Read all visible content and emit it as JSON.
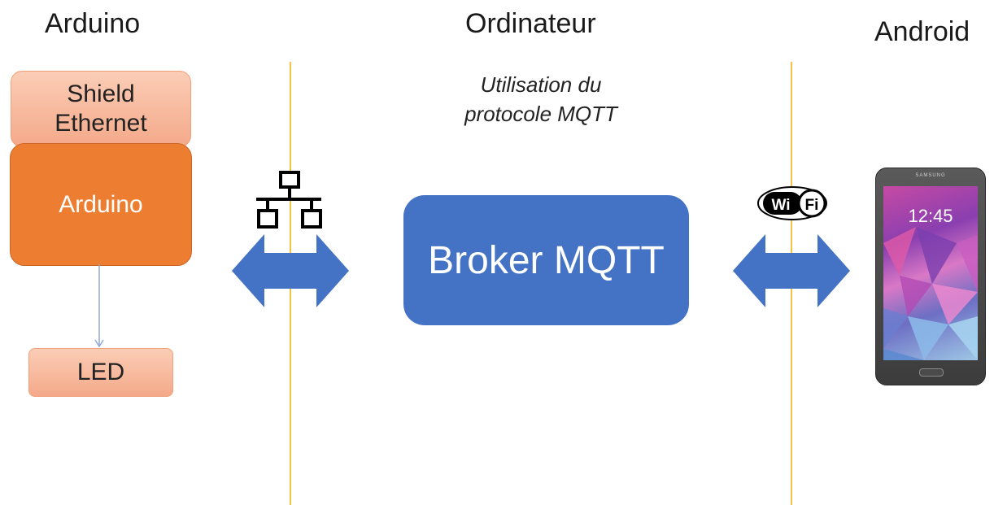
{
  "columns": {
    "left": "Arduino",
    "center": "Ordinateur",
    "right": "Android"
  },
  "arduino": {
    "shield_line1": "Shield",
    "shield_line2": "Ethernet",
    "board": "Arduino",
    "led": "LED"
  },
  "center": {
    "subtitle_line1": "Utilisation du",
    "subtitle_line2": "protocole MQTT",
    "broker": "Broker MQTT"
  },
  "wifi": {
    "wi": "Wi",
    "fi": "Fi"
  },
  "phone": {
    "brand": "SAMSUNG",
    "time": "12:45"
  },
  "colors": {
    "arduino_orange": "#ed7d31",
    "shield_peach": "#f8b99c",
    "broker_blue": "#4472c4",
    "arrow_blue": "#4472c4",
    "divider_yellow": "#f5c242"
  },
  "icons": [
    "network-icon",
    "wifi-logo-icon",
    "smartphone-icon",
    "double-arrow-icon"
  ]
}
